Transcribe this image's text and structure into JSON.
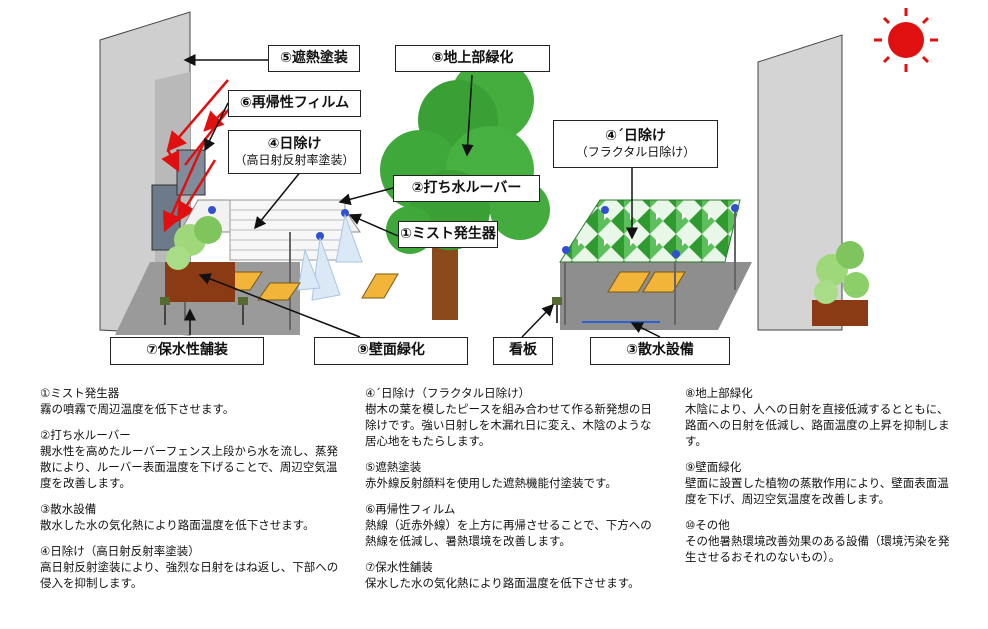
{
  "labels": {
    "coating": "⑤遮熱塗装",
    "greening": "⑧地上部緑化",
    "film": "⑥再帰性フィルム",
    "shade_title": "④日除け",
    "shade_sub": "（高日射反射率塗装）",
    "fractal_title": "④´日除け",
    "fractal_sub": "（フラクタル日除け）",
    "louver": "②打ち水ルーバー",
    "mist": "①ミスト発生器",
    "paving": "⑦保水性舗装",
    "wall": "⑨壁面緑化",
    "sign": "看板",
    "sprinkler": "③散水設備"
  },
  "descriptions": [
    {
      "title": "①ミスト発生器",
      "body": "霧の噴霧で周辺温度を低下させます。"
    },
    {
      "title": "②打ち水ルーバー",
      "body": "親水性を高めたルーバーフェンス上段から水を流し、蒸発散により、ルーバー表面温度を下げることで、周辺空気温度を改善します。"
    },
    {
      "title": "③散水設備",
      "body": "散水した水の気化熱により路面温度を低下させます。"
    },
    {
      "title": "④日除け（高日射反射率塗装）",
      "body": "高日射反射塗装により、強烈な日射をはね返し、下部への侵入を抑制します。"
    },
    {
      "title": "④´日除け（フラクタル日除け）",
      "body": "樹木の葉を模したピースを組み合わせて作る新発想の日除けです。強い日射しを木漏れ日に変え、木陰のような居心地をもたらします。"
    },
    {
      "title": "⑤遮熱塗装",
      "body": "赤外線反射顔料を使用した遮熱機能付塗装です。"
    },
    {
      "title": "⑥再帰性フィルム",
      "body": "熱線（近赤外線）を上方に再帰させることで、下方への熱線を低減し、暑熱環境を改善します。"
    },
    {
      "title": "⑦保水性舗装",
      "body": "保水した水の気化熱により路面温度を低下させます。"
    },
    {
      "title": "⑧地上部緑化",
      "body": "木陰により、人への日射を直接低減するとともに、路面への日射を低減し、路面温度の上昇を抑制します。"
    },
    {
      "title": "⑨壁面緑化",
      "body": "壁面に設置した植物の蒸散作用により、壁面表面温度を下げ、周辺空気温度を改善します。"
    },
    {
      "title": "⑩その他",
      "body": "その他暑熱環境改善効果のある設備（環境汚染を発生させるおそれのないもの）。"
    }
  ],
  "colors": {
    "sun": "#e01010",
    "tree": "#3fa83a",
    "fractal": "#66c266",
    "ground": "#9a9a9a",
    "building": "#cfcfcf"
  }
}
